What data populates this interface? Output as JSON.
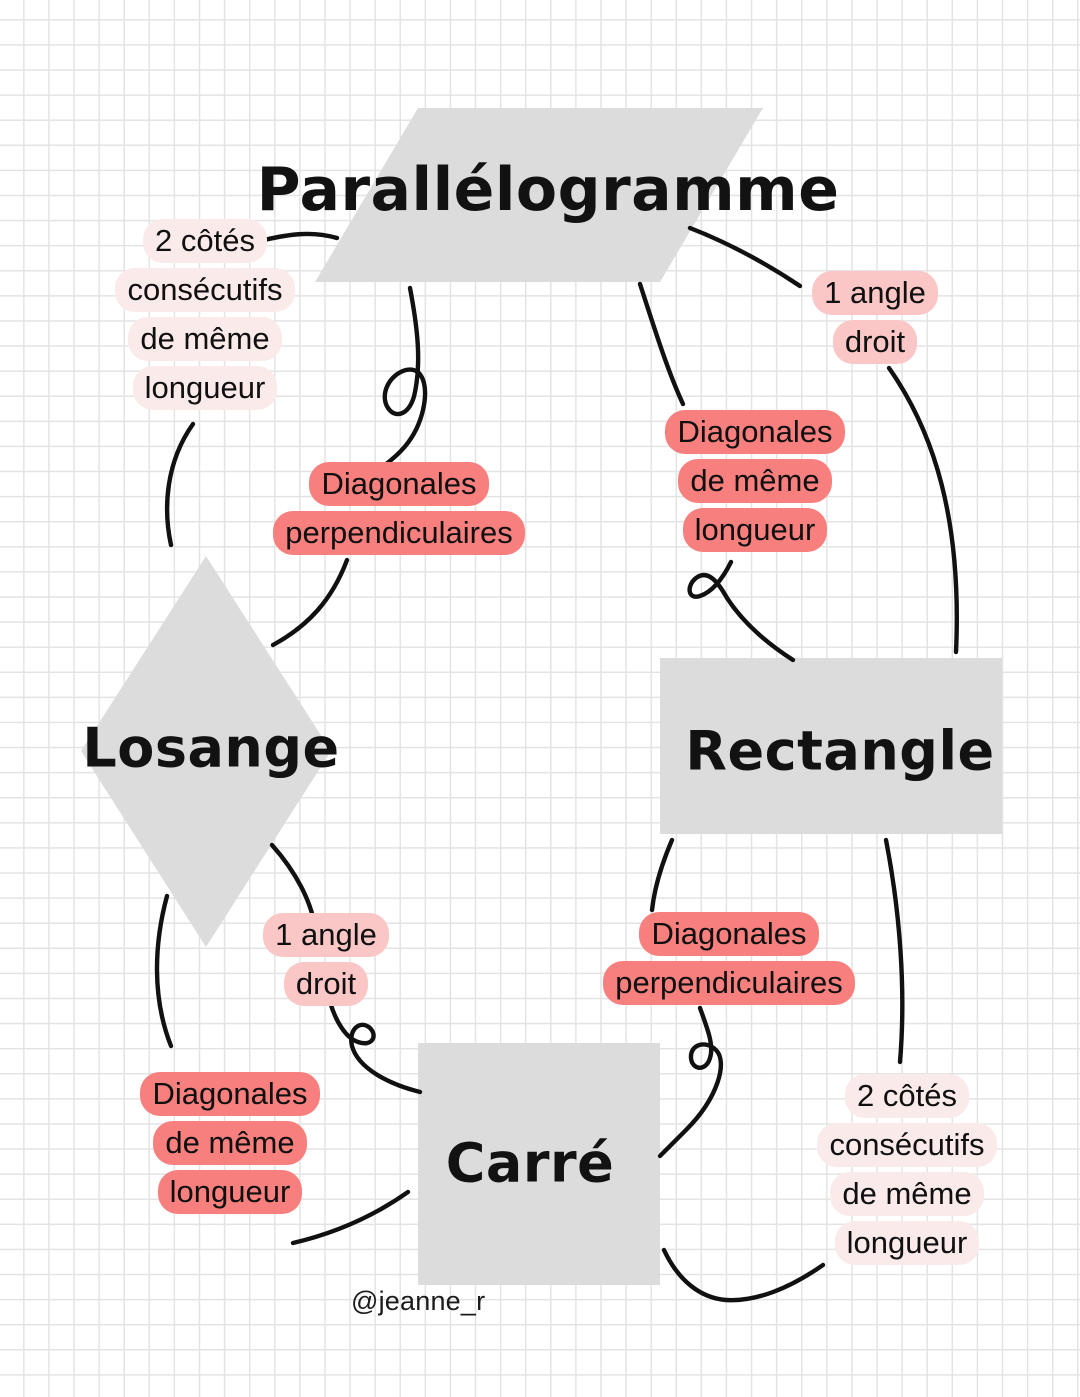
{
  "meta": {
    "title": "Parallelogramme mind map",
    "signature": "@jeanne_r"
  },
  "colors": {
    "shape_fill": "#dcdcdc",
    "highlight_strong": "#f7807f",
    "highlight_mid": "#fac6c6",
    "highlight_faint": "#faeaea",
    "ink": "#111111",
    "grid_line": "#e3e3e3",
    "paper": "#ffffff"
  },
  "shapes": [
    {
      "name": "parallelogram",
      "label": "Parallélogramme",
      "font_size": 60
    },
    {
      "name": "rhombus",
      "label": "Losange",
      "font_size": 54
    },
    {
      "name": "rectangle",
      "label": "Rectangle",
      "font_size": 54
    },
    {
      "name": "square",
      "label": "Carré",
      "font_size": 54
    }
  ],
  "notes": {
    "top_left": {
      "lines": [
        "2 côtés",
        "consécutifs",
        "de même",
        "longueur"
      ],
      "highlight": "faint"
    },
    "top_right": {
      "lines": [
        "1 angle",
        "droit"
      ],
      "highlight": "mid"
    },
    "diagonals_perp_upper": {
      "lines": [
        "Diagonales",
        "perpendiculaires"
      ],
      "highlight": "strong"
    },
    "diagonals_same_upper": {
      "lines": [
        "Diagonales",
        "de même",
        "longueur"
      ],
      "highlight": "strong"
    },
    "angle_droit_lower": {
      "lines": [
        "1 angle",
        "droit"
      ],
      "highlight": "mid"
    },
    "diagonals_same_lower": {
      "lines": [
        "Diagonales",
        "de même",
        "longueur"
      ],
      "highlight": "strong"
    },
    "diagonals_perp_lower": {
      "lines": [
        "Diagonales",
        "perpendiculaires"
      ],
      "highlight": "strong"
    },
    "bottom_right": {
      "lines": [
        "2 côtés",
        "consécutifs",
        "de même",
        "longueur"
      ],
      "highlight": "faint"
    }
  }
}
